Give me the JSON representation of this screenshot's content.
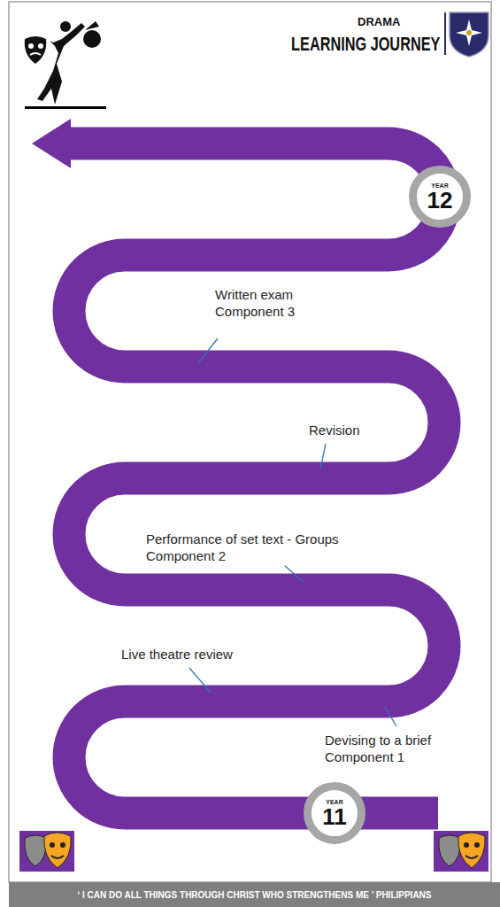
{
  "diagram": {
    "title": "LEARNING JOURNEY",
    "nodes": [
      {
        "text": [
          "YEAR",
          "12"
        ]
      },
      {
        "text": [
          "YEAR",
          "11"
        ]
      },
      {
        "text": [
          "‘ I CAN DO ALL THINGS THROUGH CHRIST WHO STRENGTHENS ME ’  PHILIPPIANS"
        ]
      }
    ],
    "labels": [
      "DRAMA",
      "Written exam Component 3",
      "Revision",
      "Performance of set text - Groups Component 2",
      "Live theatre review",
      "Devising to a brief Component 1"
    ]
  }
}
